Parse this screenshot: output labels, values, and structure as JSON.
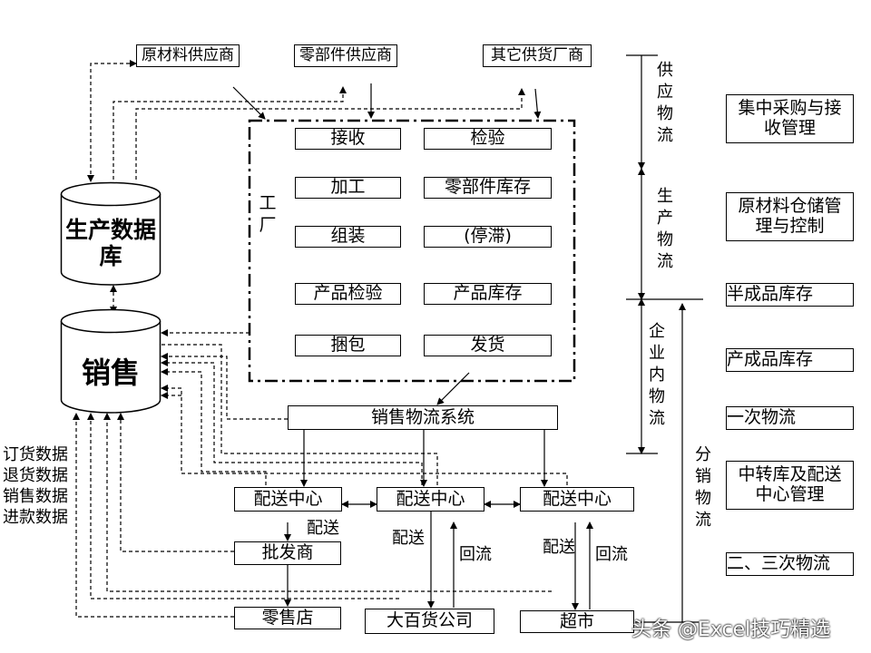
{
  "suppliers": {
    "raw": "原材料供应商",
    "parts": "零部件供应商",
    "other": "其它供货厂商"
  },
  "factory": {
    "label": "工厂",
    "steps": {
      "receive": "接收",
      "inspect": "检验",
      "process": "加工",
      "parts_stock": "零部件库存",
      "assemble": "组装",
      "stall": "(停滞)",
      "product_inspect": "产品检验",
      "product_stock": "产品库存",
      "bundle": "捆包",
      "ship": "发货"
    }
  },
  "databases": {
    "production": "生产数据库",
    "sales": "销售"
  },
  "sales_system": "销售物流系统",
  "distribution_center": "配送中心",
  "channels": {
    "wholesaler": "批发商",
    "retail_store": "零售店",
    "department_store": "大百货公司",
    "supermarket": "超市"
  },
  "flow_labels": {
    "deliver": "配送",
    "return": "回流"
  },
  "data_labels": [
    "订货数据",
    "退货数据",
    "销售数据",
    "进款数据"
  ],
  "logistics_stages": {
    "supply": "供应物流",
    "production": "生产物流",
    "internal": "企业内物流",
    "distribution": "分销物流"
  },
  "management": [
    "集中采购与接收管理",
    "原材料仓储管理与控制",
    "半成品库存",
    "产成品库存",
    "一次物流",
    "中转库及配送中心管理",
    "二、三次物流"
  ],
  "watermark": "头条 @Excel技巧精选"
}
